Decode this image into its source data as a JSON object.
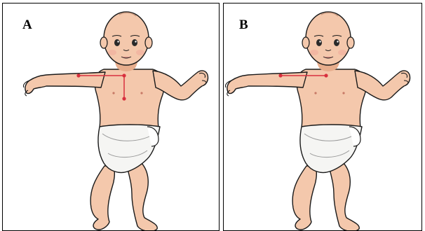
{
  "panels": [
    {
      "label": "A",
      "measurement": "arm-length-and-trunk-height"
    },
    {
      "label": "B",
      "measurement": "arm-length"
    }
  ],
  "colors": {
    "skin": "#f4c8ac",
    "skin_shadow": "#e7ad8c",
    "outline": "#1a1a1a",
    "diaper": "#f5f5f3",
    "measure_line": "#d8303e"
  }
}
